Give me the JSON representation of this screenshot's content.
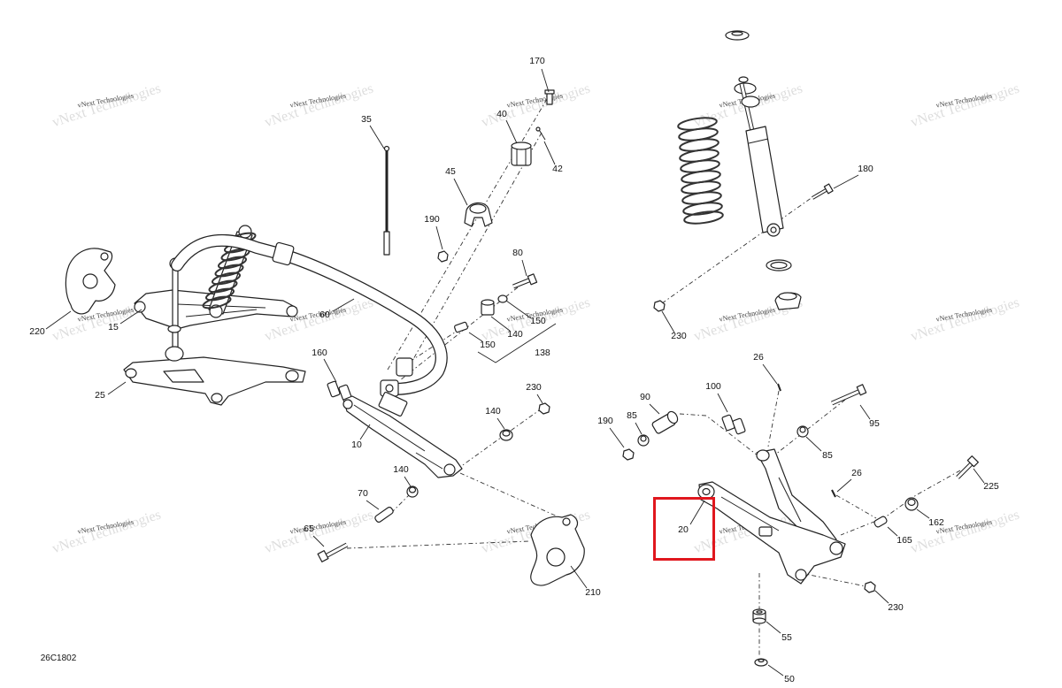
{
  "diagram": {
    "drawing_number": "26C1802",
    "watermark": "vNext Technologies",
    "highlight_color": "#e0171e",
    "callouts": [
      {
        "label": "170"
      },
      {
        "label": "35"
      },
      {
        "label": "40"
      },
      {
        "label": "42"
      },
      {
        "label": "45"
      },
      {
        "label": "190"
      },
      {
        "label": "80"
      },
      {
        "label": "60"
      },
      {
        "label": "15"
      },
      {
        "label": "220"
      },
      {
        "label": "150"
      },
      {
        "label": "140"
      },
      {
        "label": "150"
      },
      {
        "label": "138"
      },
      {
        "label": "160"
      },
      {
        "label": "25"
      },
      {
        "label": "230"
      },
      {
        "label": "140"
      },
      {
        "label": "10"
      },
      {
        "label": "140"
      },
      {
        "label": "70"
      },
      {
        "label": "65"
      },
      {
        "label": "210"
      },
      {
        "label": "180"
      },
      {
        "label": "230"
      },
      {
        "label": "26"
      },
      {
        "label": "100"
      },
      {
        "label": "90"
      },
      {
        "label": "190"
      },
      {
        "label": "85"
      },
      {
        "label": "95"
      },
      {
        "label": "85"
      },
      {
        "label": "26"
      },
      {
        "label": "225"
      },
      {
        "label": "20",
        "highlighted": true
      },
      {
        "label": "162"
      },
      {
        "label": "165"
      },
      {
        "label": "230"
      },
      {
        "label": "55"
      },
      {
        "label": "50"
      }
    ]
  }
}
